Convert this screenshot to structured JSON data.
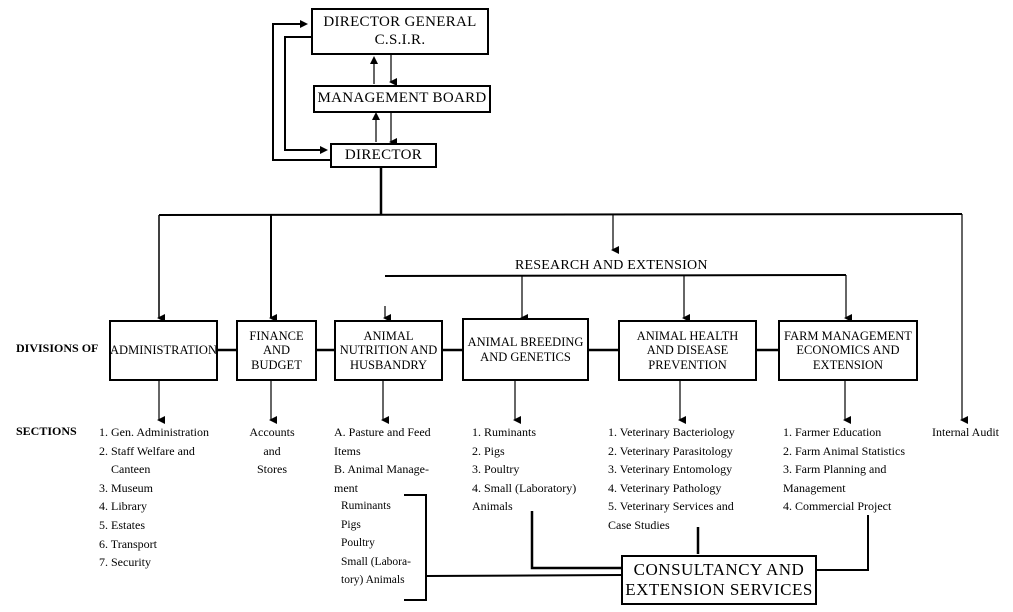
{
  "chart_title": "",
  "top_hierarchy": {
    "director_general": "DIRECTOR GENERAL\nC.S.I.R.",
    "management_board": "MANAGEMENT BOARD",
    "director": "DIRECTOR"
  },
  "research_extension_label": "RESEARCH AND EXTENSION",
  "row_labels": {
    "divisions": "DIVISIONS OF",
    "sections": "SECTIONS"
  },
  "divisions": [
    {
      "id": "administration",
      "name": "ADMINISTRATION",
      "sections": [
        "1. Gen. Administration",
        "2. Staff Welfare and",
        "    Canteen",
        "3. Museum",
        "4. Library",
        "5. Estates",
        "6. Transport",
        "7. Security"
      ]
    },
    {
      "id": "finance",
      "name": "FINANCE\nAND\nBUDGET",
      "sections": [
        "Accounts",
        "and",
        "Stores"
      ]
    },
    {
      "id": "nutrition",
      "name": "ANIMAL\nNUTRITION AND\nHUSBANDRY",
      "sections": [
        "A. Pasture and Feed",
        "Items",
        "B. Animal Manage-",
        "ment"
      ],
      "subsections": [
        "Ruminants",
        "Pigs",
        "Poultry",
        "Small (Labora-",
        "tory) Animals"
      ]
    },
    {
      "id": "breeding",
      "name": "ANIMAL BREEDING\nAND GENETICS",
      "sections": [
        "1. Ruminants",
        "2. Pigs",
        "3. Poultry",
        "4. Small (Laboratory)",
        "Animals"
      ]
    },
    {
      "id": "health",
      "name": "ANIMAL HEALTH\nAND DISEASE\nPREVENTION",
      "sections": [
        "1. Veterinary Bacteriology",
        "2. Veterinary Parasitology",
        "3. Veterinary Entomology",
        "4. Veterinary Pathology",
        "5. Veterinary Services and",
        "Case Studies"
      ]
    },
    {
      "id": "farm",
      "name": "FARM MANAGEMENT\nECONOMICS AND\nEXTENSION",
      "sections": [
        "1. Farmer Education",
        "2. Farm Animal Statistics",
        "3. Farm Planning and",
        "Management",
        "4. Commercial Project"
      ]
    }
  ],
  "internal_audit": "Internal Audit",
  "consultancy": "CONSULTANCY AND\nEXTENSION SERVICES"
}
